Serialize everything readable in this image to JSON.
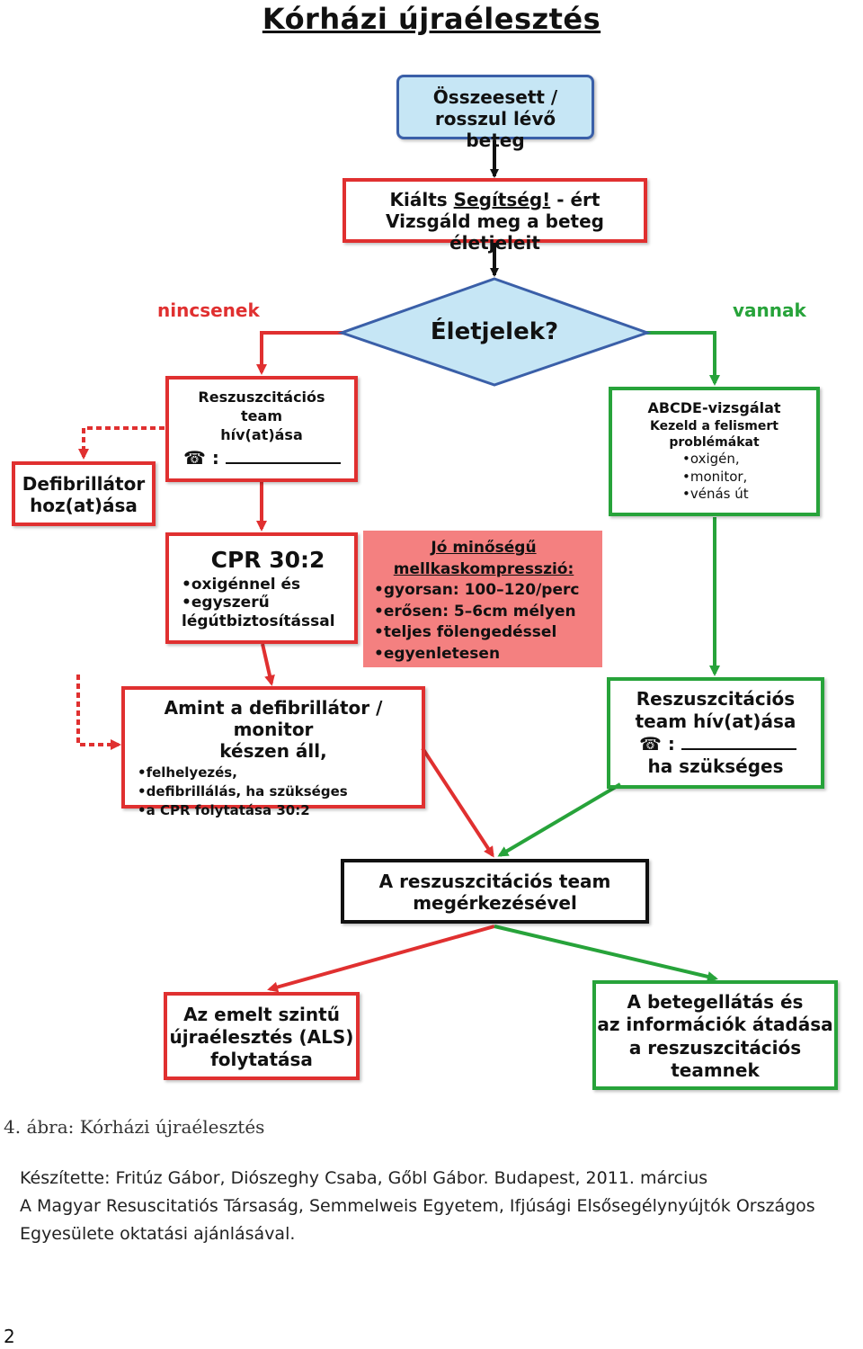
{
  "title": "Kórházi újraélesztés",
  "start_box": "Összeesett / rosszul lévő beteg",
  "check": {
    "pre": "Kiálts ",
    "help": "Segítség!",
    "post": " - ért",
    "line2": "Vizsgáld meg a beteg életjeleit"
  },
  "decision": "Életjelek?",
  "label_no": "nincsenek",
  "label_yes": "vannak",
  "call_team": {
    "line1": "Reszuszcitációs",
    "line2": "team",
    "line3": "hív(at)ása",
    "phone": "☎",
    "colon": ":"
  },
  "defib": {
    "line1": "Defibrillátor",
    "line2": "hoz(at)ása"
  },
  "cpr": {
    "heading": "CPR 30:2",
    "items": [
      "oxigénnel és",
      "egyszerű"
    ],
    "last": "légútbiztosítással"
  },
  "quality": {
    "heading1": "Jó minőségű",
    "heading2": "mellkaskompresszió:",
    "items": [
      "gyorsan: 100–120/perc",
      "erősen: 5–6cm mélyen",
      "teljes fölengedéssel",
      "egyenletesen"
    ]
  },
  "abcde": {
    "line1": "ABCDE-vizsgálat",
    "line2": "Kezeld a felismert",
    "line3": "problémákat",
    "items": [
      "oxigén,",
      "monitor,",
      "vénás út"
    ]
  },
  "defib_ready": {
    "line1": "Amint a defibrillátor / monitor",
    "line2": "készen áll,",
    "items": [
      "felhelyezés,",
      "defibrillálás, ha szükséges",
      "a CPR folytatása 30:2"
    ]
  },
  "call_team_green": {
    "line1": "Reszuszcitációs",
    "line2": "team hív(at)ása",
    "phone": "☎",
    "colon": ":",
    "line4": "ha szükséges"
  },
  "arrival": {
    "line1": "A reszuszcitációs team",
    "line2": "megérkezésével"
  },
  "als": {
    "line1": "Az emelt szintű",
    "line2": "újraélesztés (ALS)",
    "line3": "folytatása"
  },
  "handover": {
    "line1": "A betegellátás és",
    "line2": "az információk átadása",
    "line3": "a reszuszcitációs",
    "line4": "teamnek"
  },
  "caption": "4. ábra: Kórházi újraélesztés",
  "credits": [
    "Készítette: Fritúz Gábor, Diószeghy Csaba, Gőbl Gábor. Budapest, 2011. március",
    "A Magyar Resuscitatiós Társaság, Semmelweis Egyetem, Ifjúsági Elsősegélynyújtók Országos",
    "Egyesülete oktatási ajánlásával."
  ],
  "page_number": "2",
  "colors": {
    "red": "#e03030",
    "green": "#27a33a",
    "blue_fill": "#c6e6f5",
    "pink_fill": "#f48080"
  }
}
